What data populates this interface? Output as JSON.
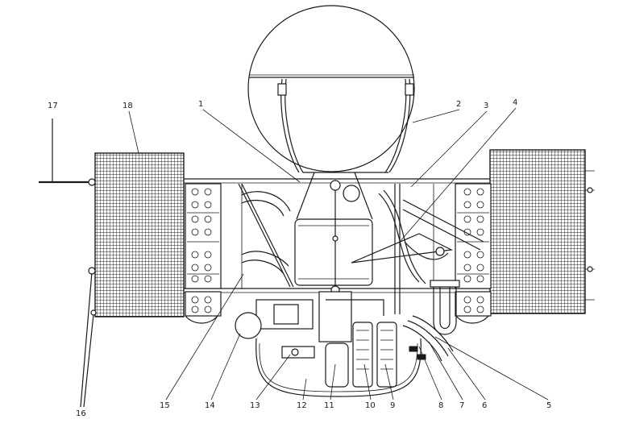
{
  "callouts": [
    {
      "id": "1",
      "label": "1"
    },
    {
      "id": "2",
      "label": "2"
    },
    {
      "id": "3",
      "label": "3"
    },
    {
      "id": "4",
      "label": "4"
    },
    {
      "id": "5",
      "label": "5"
    },
    {
      "id": "6",
      "label": "6"
    },
    {
      "id": "7",
      "label": "7"
    },
    {
      "id": "8",
      "label": "8"
    },
    {
      "id": "9",
      "label": "9"
    },
    {
      "id": "10",
      "label": "10"
    },
    {
      "id": "11",
      "label": "11"
    },
    {
      "id": "12",
      "label": "12"
    },
    {
      "id": "13",
      "label": "13"
    },
    {
      "id": "14",
      "label": "14"
    },
    {
      "id": "15",
      "label": "15"
    },
    {
      "id": "16",
      "label": "16"
    },
    {
      "id": "17",
      "label": "17"
    },
    {
      "id": "18",
      "label": "18"
    }
  ],
  "colors": {
    "ink": "#1a1a1a",
    "paper": "#ffffff"
  }
}
